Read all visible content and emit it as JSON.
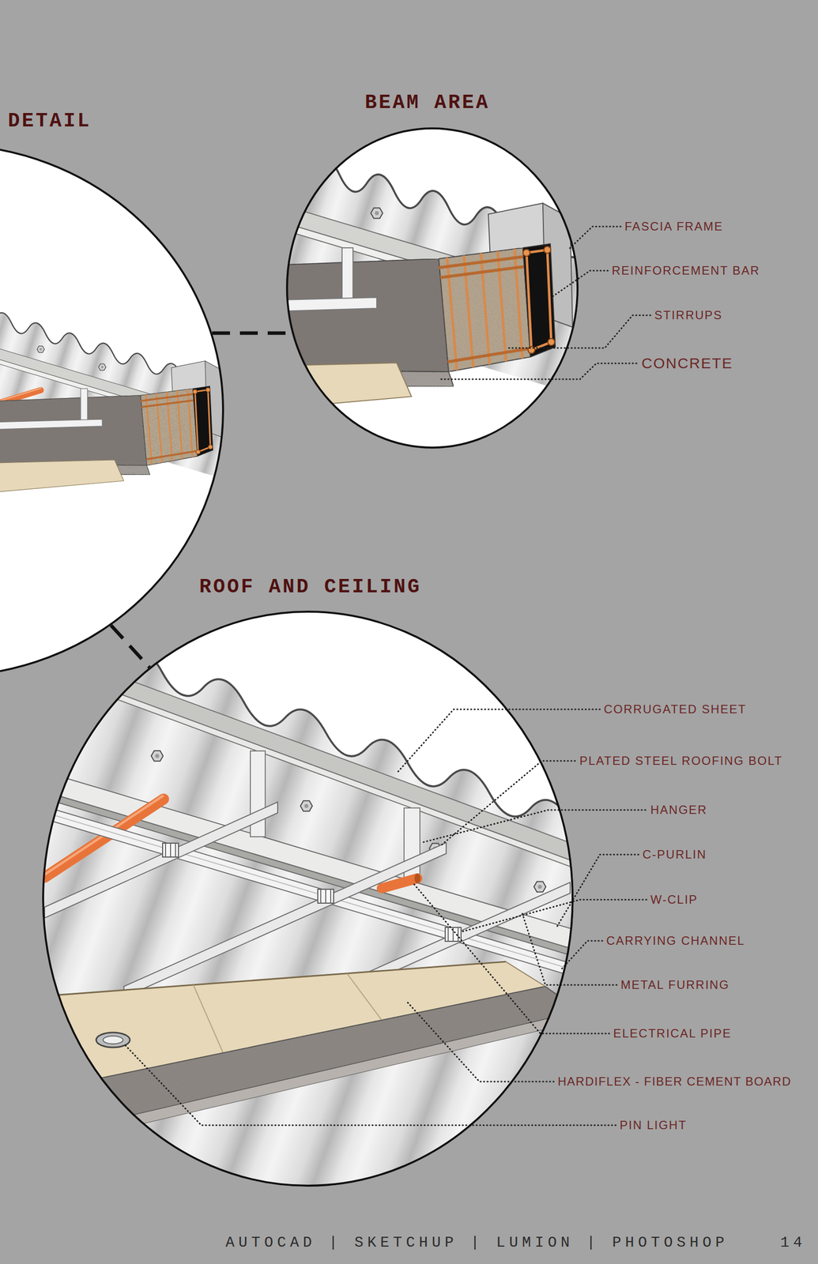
{
  "diagram": {
    "nodes": [
      {
        "text": [
          "DETAIL"
        ]
      },
      {
        "text": [
          "BEAM AREA"
        ]
      },
      {
        "text": [
          "ROOF AND CEILING"
        ]
      }
    ],
    "edges": [
      {
        "from": 0,
        "to": 1,
        "arrow": "none"
      },
      {
        "from": 0,
        "to": 2,
        "arrow": "none"
      }
    ],
    "labels": [
      "FASCIA FRAME",
      "REINFORCEMENT BAR",
      "STIRRUPS",
      "CONCRETE",
      "CORRUGATED SHEET",
      "PLATED STEEL ROOFING BOLT",
      "HANGER",
      "C-PURLIN",
      "W-CLIP",
      "CARRYING CHANNEL",
      "METAL FURRING",
      "ELECTRICAL PIPE",
      "HARDIFLEX - FIBER CEMENT BOARD",
      "PIN LIGHT",
      "AUTOCAD | SKETCHUP | LUMION | PHOTOSHOP",
      "14"
    ]
  }
}
